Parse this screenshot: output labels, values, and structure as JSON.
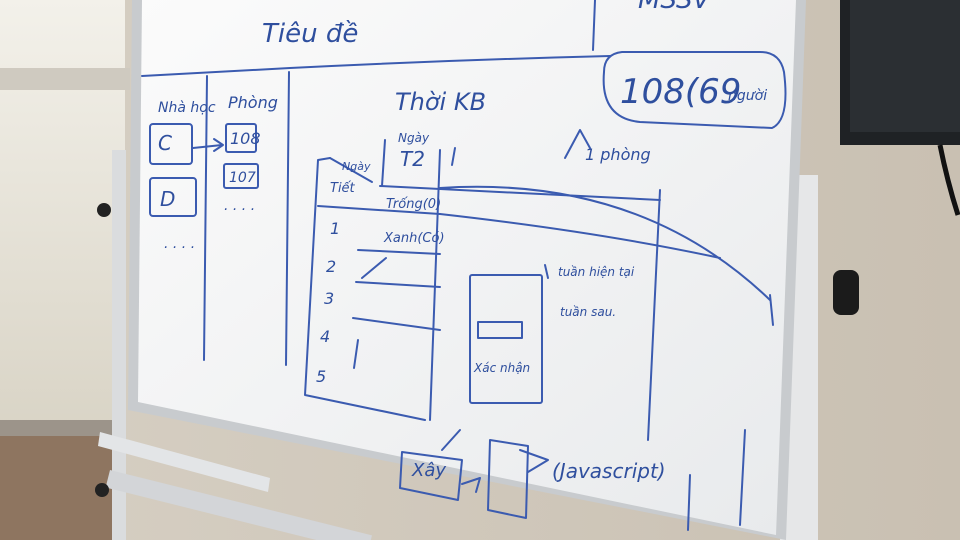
{
  "board": {
    "title": "Tiêu đề",
    "top_right_partial": "MSSV",
    "capacity": "108(69",
    "capacity_unit": "người",
    "col_building": "Nhà học",
    "col_room": "Phòng",
    "building_c": "C",
    "building_d": "D",
    "ellipsis_building": ". . . .",
    "room_108": "108",
    "room_107": "107",
    "ellipsis_room": ". . . .",
    "schedule_title": "Thời KB",
    "day_header": "Ngày",
    "day_value": "T2",
    "corner_day": "Ngày",
    "corner_period": "Tiết",
    "cell_free": "Trống(0)",
    "cell_busy": "Xanh(Có)",
    "period_1": "1",
    "period_2": "2",
    "period_3": "3",
    "period_4": "4",
    "period_5": "5",
    "per_room": "1 phòng",
    "this_week": "tuần hiện tại",
    "next_week": "tuần sau.",
    "confirm": "Xác nhận",
    "build": "Xây",
    "javascript": "(Javascript)"
  },
  "colors": {
    "ink": "#3b5bb0",
    "board": "#f4f5f6",
    "frame": "#c9ccd0"
  }
}
